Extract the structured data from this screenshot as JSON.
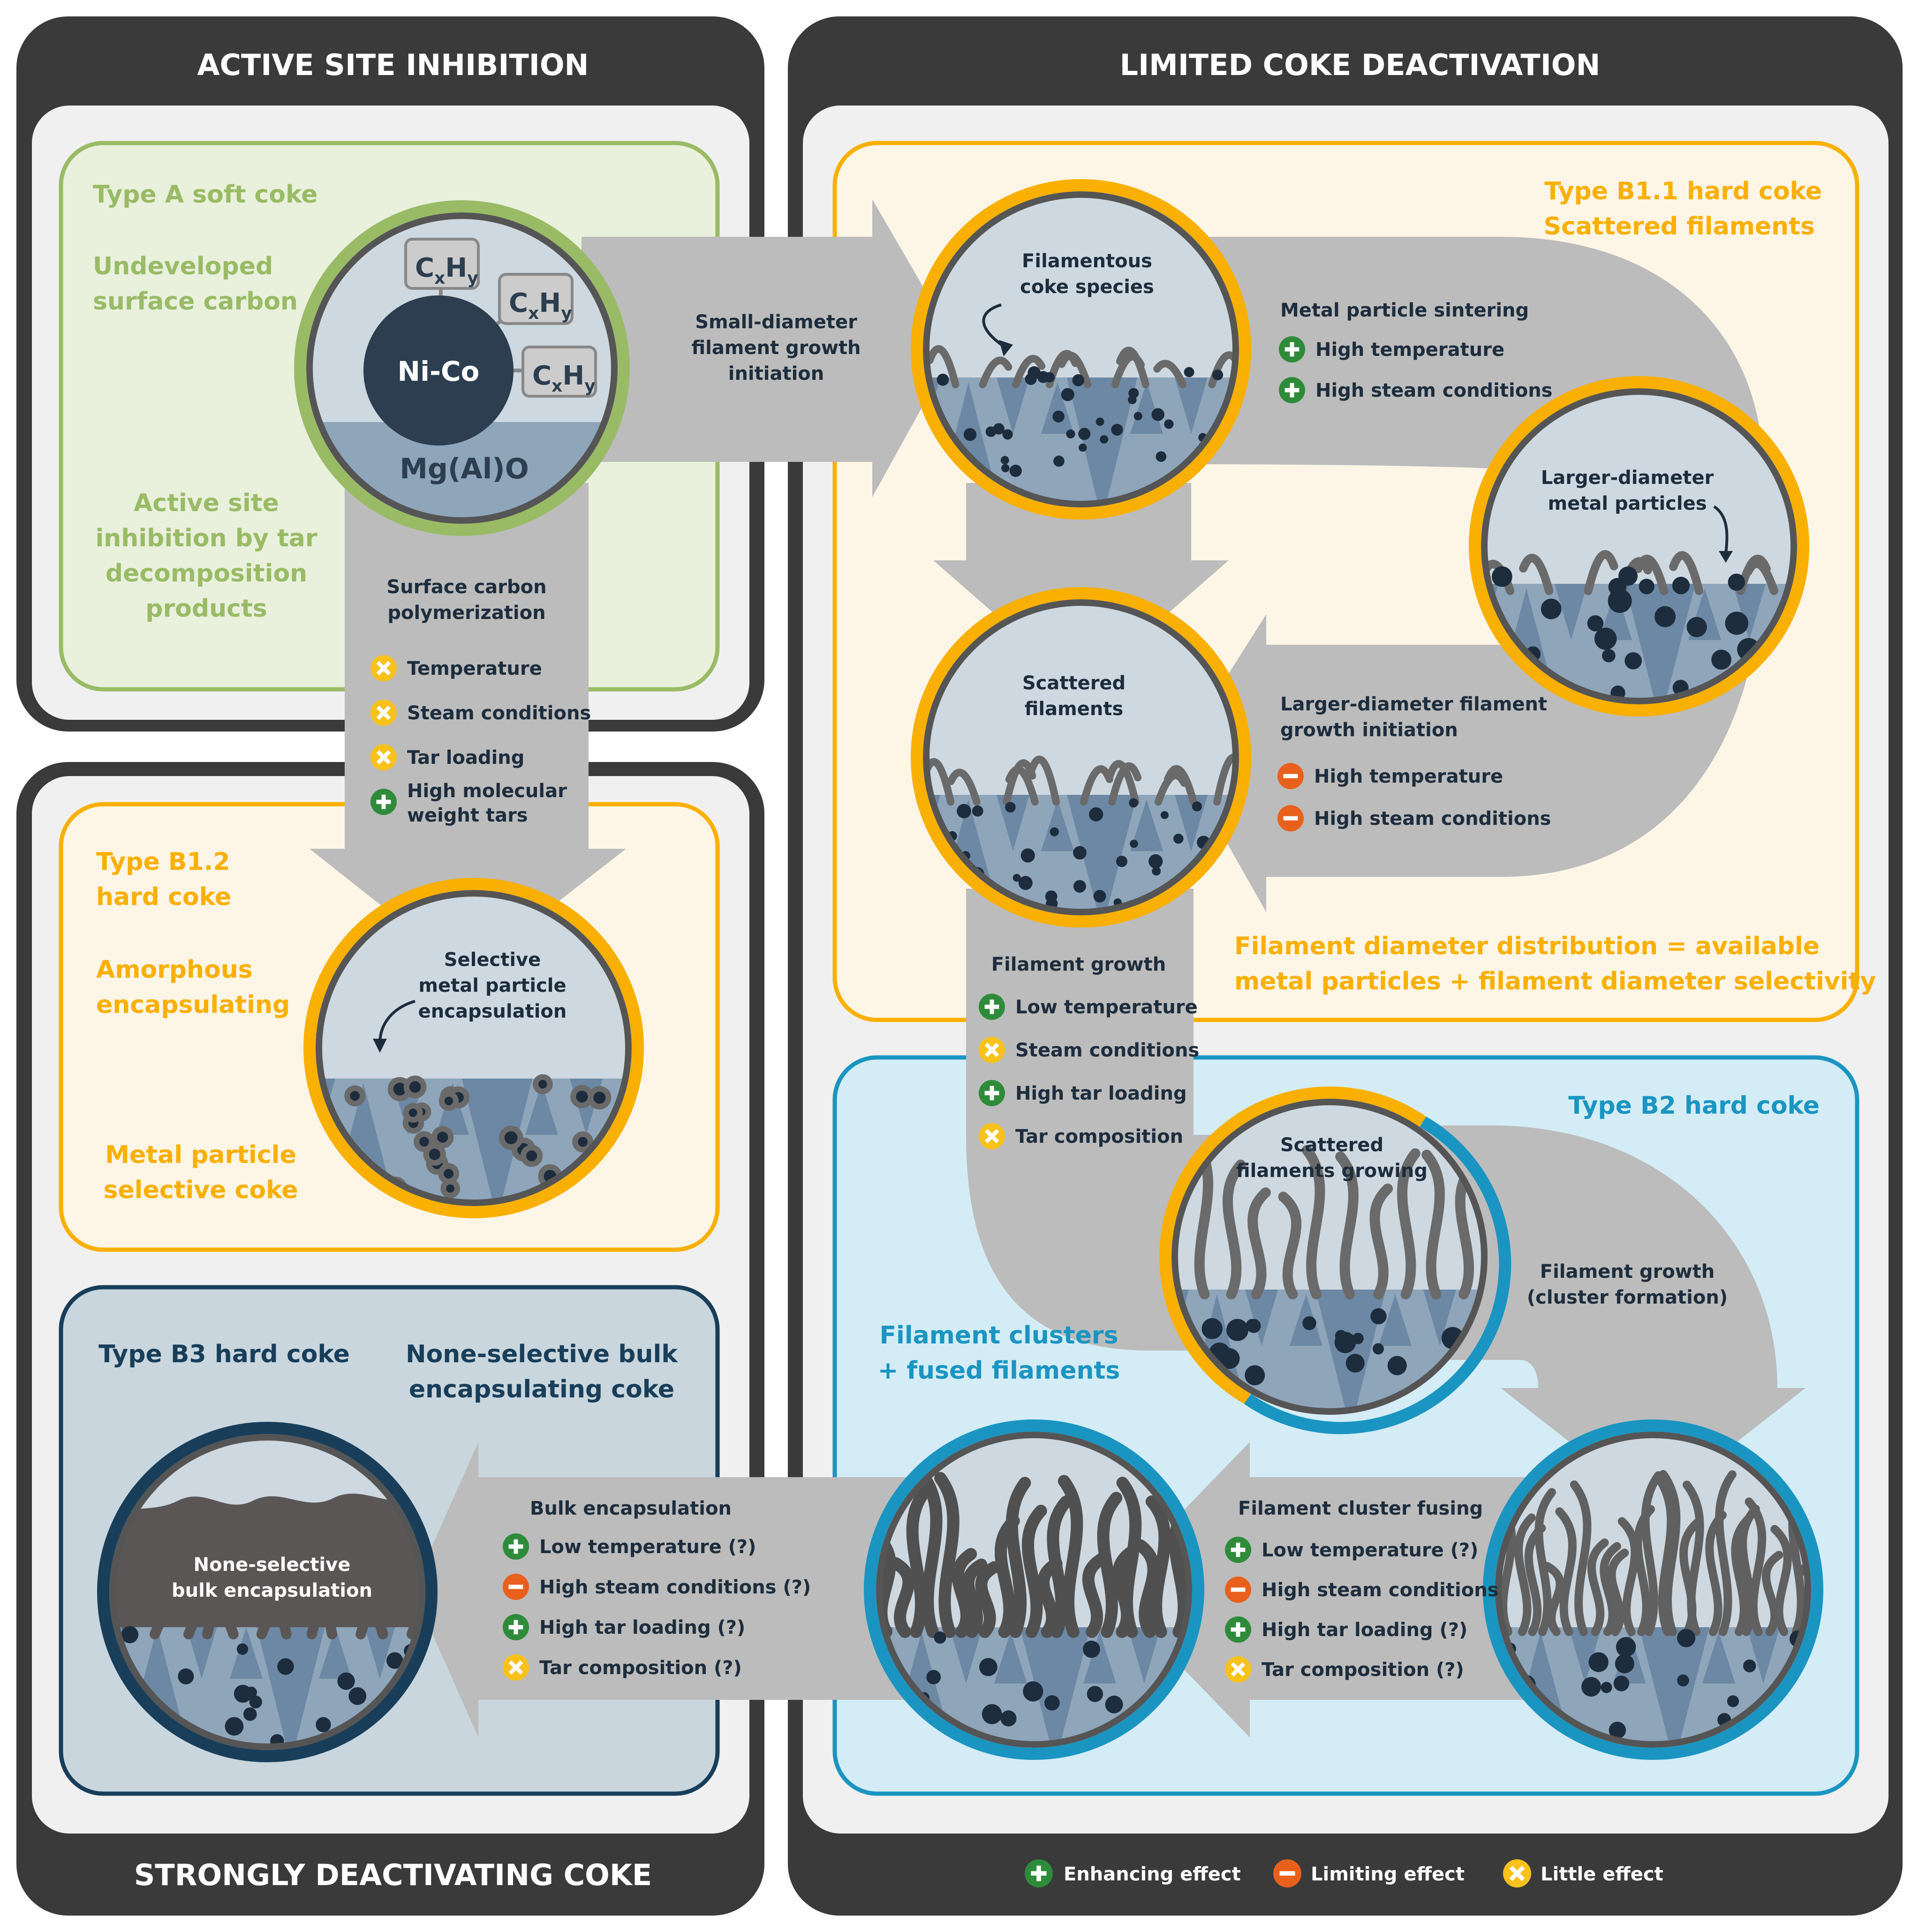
{
  "colors": {
    "dark_panel": "#3a3a3a",
    "light_panel": "#f0f0f0",
    "green": "#99bb66",
    "green_fill": "#e9f0dc",
    "orange": "#f9b000",
    "orange_fill": "#fdf5e6",
    "blue": "#1a95c1",
    "blue_fill": "#d4ecf5",
    "navy": "#183e5a",
    "navy_fill": "#c9d6dd",
    "arrow": "#bcbcbc",
    "gas": "#ced8e0",
    "support": "#8ea5ba",
    "facet": "#6c88a4",
    "particle": "#1d2d3d",
    "filament": "#6a6a6a",
    "icon_plus": "#2e8b3a",
    "icon_minus": "#e8601c",
    "icon_x": "#f9c21b"
  },
  "sections": {
    "active_site_inhibition": "ACTIVE SITE INHIBITION",
    "limited_coke_deactivation": "LIMITED COKE DEACTIVATION",
    "strongly_deactivating": "STRONGLY DEACTIVATING COKE"
  },
  "type_a": {
    "title": "Type A soft coke",
    "subtitle": [
      "Undeveloped",
      "surface carbon"
    ],
    "desc": [
      "Active site",
      "inhibition by tar",
      "decomposition",
      "products"
    ],
    "metal": "Ni-Co",
    "support": "Mg(Al)O",
    "adsorbate_c": "C",
    "adsorbate_x": "x",
    "adsorbate_h": "H",
    "adsorbate_y": "y"
  },
  "type_b12": {
    "title": [
      "Type B1.2",
      "hard coke"
    ],
    "subtitle": [
      "Amorphous",
      "encapsulating"
    ],
    "desc": [
      "Metal particle",
      "selective coke"
    ],
    "circle_label": [
      "Selective",
      "metal particle",
      "encapsulation"
    ]
  },
  "type_b3": {
    "title": "Type B3 hard coke",
    "subtitle": [
      "None-selective bulk",
      "encapsulating coke"
    ],
    "circle_label": [
      "None-selective",
      "bulk encapsulation"
    ]
  },
  "type_b11": {
    "title": [
      "Type B1.1 hard coke",
      "Scattered filaments"
    ],
    "filamentous_label": [
      "Filamentous",
      "coke species"
    ],
    "larger_label": [
      "Larger-diameter",
      "metal particles"
    ],
    "scattered_label": [
      "Scattered",
      "filaments"
    ],
    "distribution": [
      "Filament diameter distribution = available",
      "metal particles + filament diameter selectivity"
    ]
  },
  "type_b2": {
    "title": "Type B2 hard coke",
    "growing_label": [
      "Scattered",
      "filaments growing"
    ],
    "clusters_label": [
      "Filament clusters",
      "+ fused filaments"
    ]
  },
  "process": {
    "small_diameter": [
      "Small-diameter",
      "filament growth",
      "initiation"
    ],
    "surface_polymerization": {
      "title": [
        "Surface carbon",
        "polymerization"
      ],
      "items": [
        {
          "icon": "x",
          "text": "Temperature"
        },
        {
          "icon": "x",
          "text": "Steam conditions"
        },
        {
          "icon": "x",
          "text": "Tar loading"
        },
        {
          "icon": "plus",
          "text": "High molecular",
          "text2": "weight tars"
        }
      ]
    },
    "sintering": {
      "title": "Metal particle sintering",
      "items": [
        {
          "icon": "plus",
          "text": "High temperature"
        },
        {
          "icon": "plus",
          "text": "High steam conditions"
        }
      ]
    },
    "larger_initiation": {
      "title": [
        "Larger-diameter filament",
        "growth initiation"
      ],
      "items": [
        {
          "icon": "minus",
          "text": "High temperature"
        },
        {
          "icon": "minus",
          "text": "High steam conditions"
        }
      ]
    },
    "filament_growth": {
      "title": "Filament growth",
      "items": [
        {
          "icon": "plus",
          "text": "Low temperature"
        },
        {
          "icon": "x",
          "text": "Steam conditions"
        },
        {
          "icon": "plus",
          "text": "High tar loading"
        },
        {
          "icon": "x",
          "text": "Tar composition"
        }
      ]
    },
    "cluster_growth": [
      "Filament growth",
      "(cluster formation)"
    ],
    "cluster_fusing": {
      "title": "Filament cluster fusing",
      "items": [
        {
          "icon": "plus",
          "text": "Low temperature (?)"
        },
        {
          "icon": "minus",
          "text": "High steam conditions"
        },
        {
          "icon": "plus",
          "text": "High tar loading (?)"
        },
        {
          "icon": "x",
          "text": "Tar composition (?)"
        }
      ]
    },
    "bulk_encapsulation": {
      "title": "Bulk encapsulation",
      "items": [
        {
          "icon": "plus",
          "text": "Low temperature (?)"
        },
        {
          "icon": "minus",
          "text": "High steam conditions (?)"
        },
        {
          "icon": "plus",
          "text": "High tar loading (?)"
        },
        {
          "icon": "x",
          "text": "Tar composition (?)"
        }
      ]
    }
  },
  "legend": {
    "enhancing": "Enhancing effect",
    "limiting": "Limiting effect",
    "little": "Little effect"
  }
}
